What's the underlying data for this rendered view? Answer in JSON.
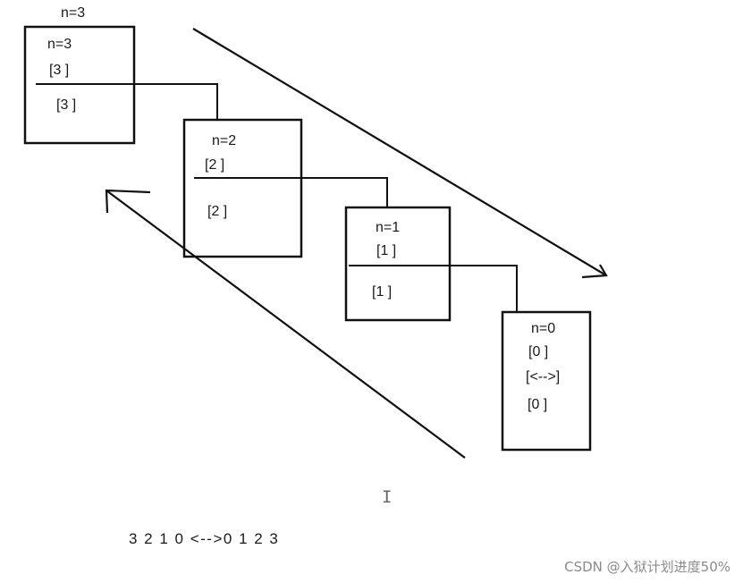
{
  "top_label": "n=3",
  "frames": [
    {
      "id": "n3",
      "title": "n=3",
      "call_value": "[3 ]",
      "return_value": "[3 ]"
    },
    {
      "id": "n2",
      "title": "n=2",
      "call_value": "[2 ]",
      "return_value": "[2 ]"
    },
    {
      "id": "n1",
      "title": "n=1",
      "call_value": "[1 ]",
      "return_value": "[1 ]"
    },
    {
      "id": "n0",
      "title": "n=0",
      "call_value": "[0 ]",
      "turn_marker": "[<-->]",
      "return_value": "[0 ]"
    }
  ],
  "output_text": "3 2 1 0 <-->0 1 2 3",
  "watermark": "CSDN @入狱计划进度50%",
  "cursor_glyph": "I",
  "colors": {
    "ink": "#111111",
    "watermark": "#8a8a8a"
  }
}
